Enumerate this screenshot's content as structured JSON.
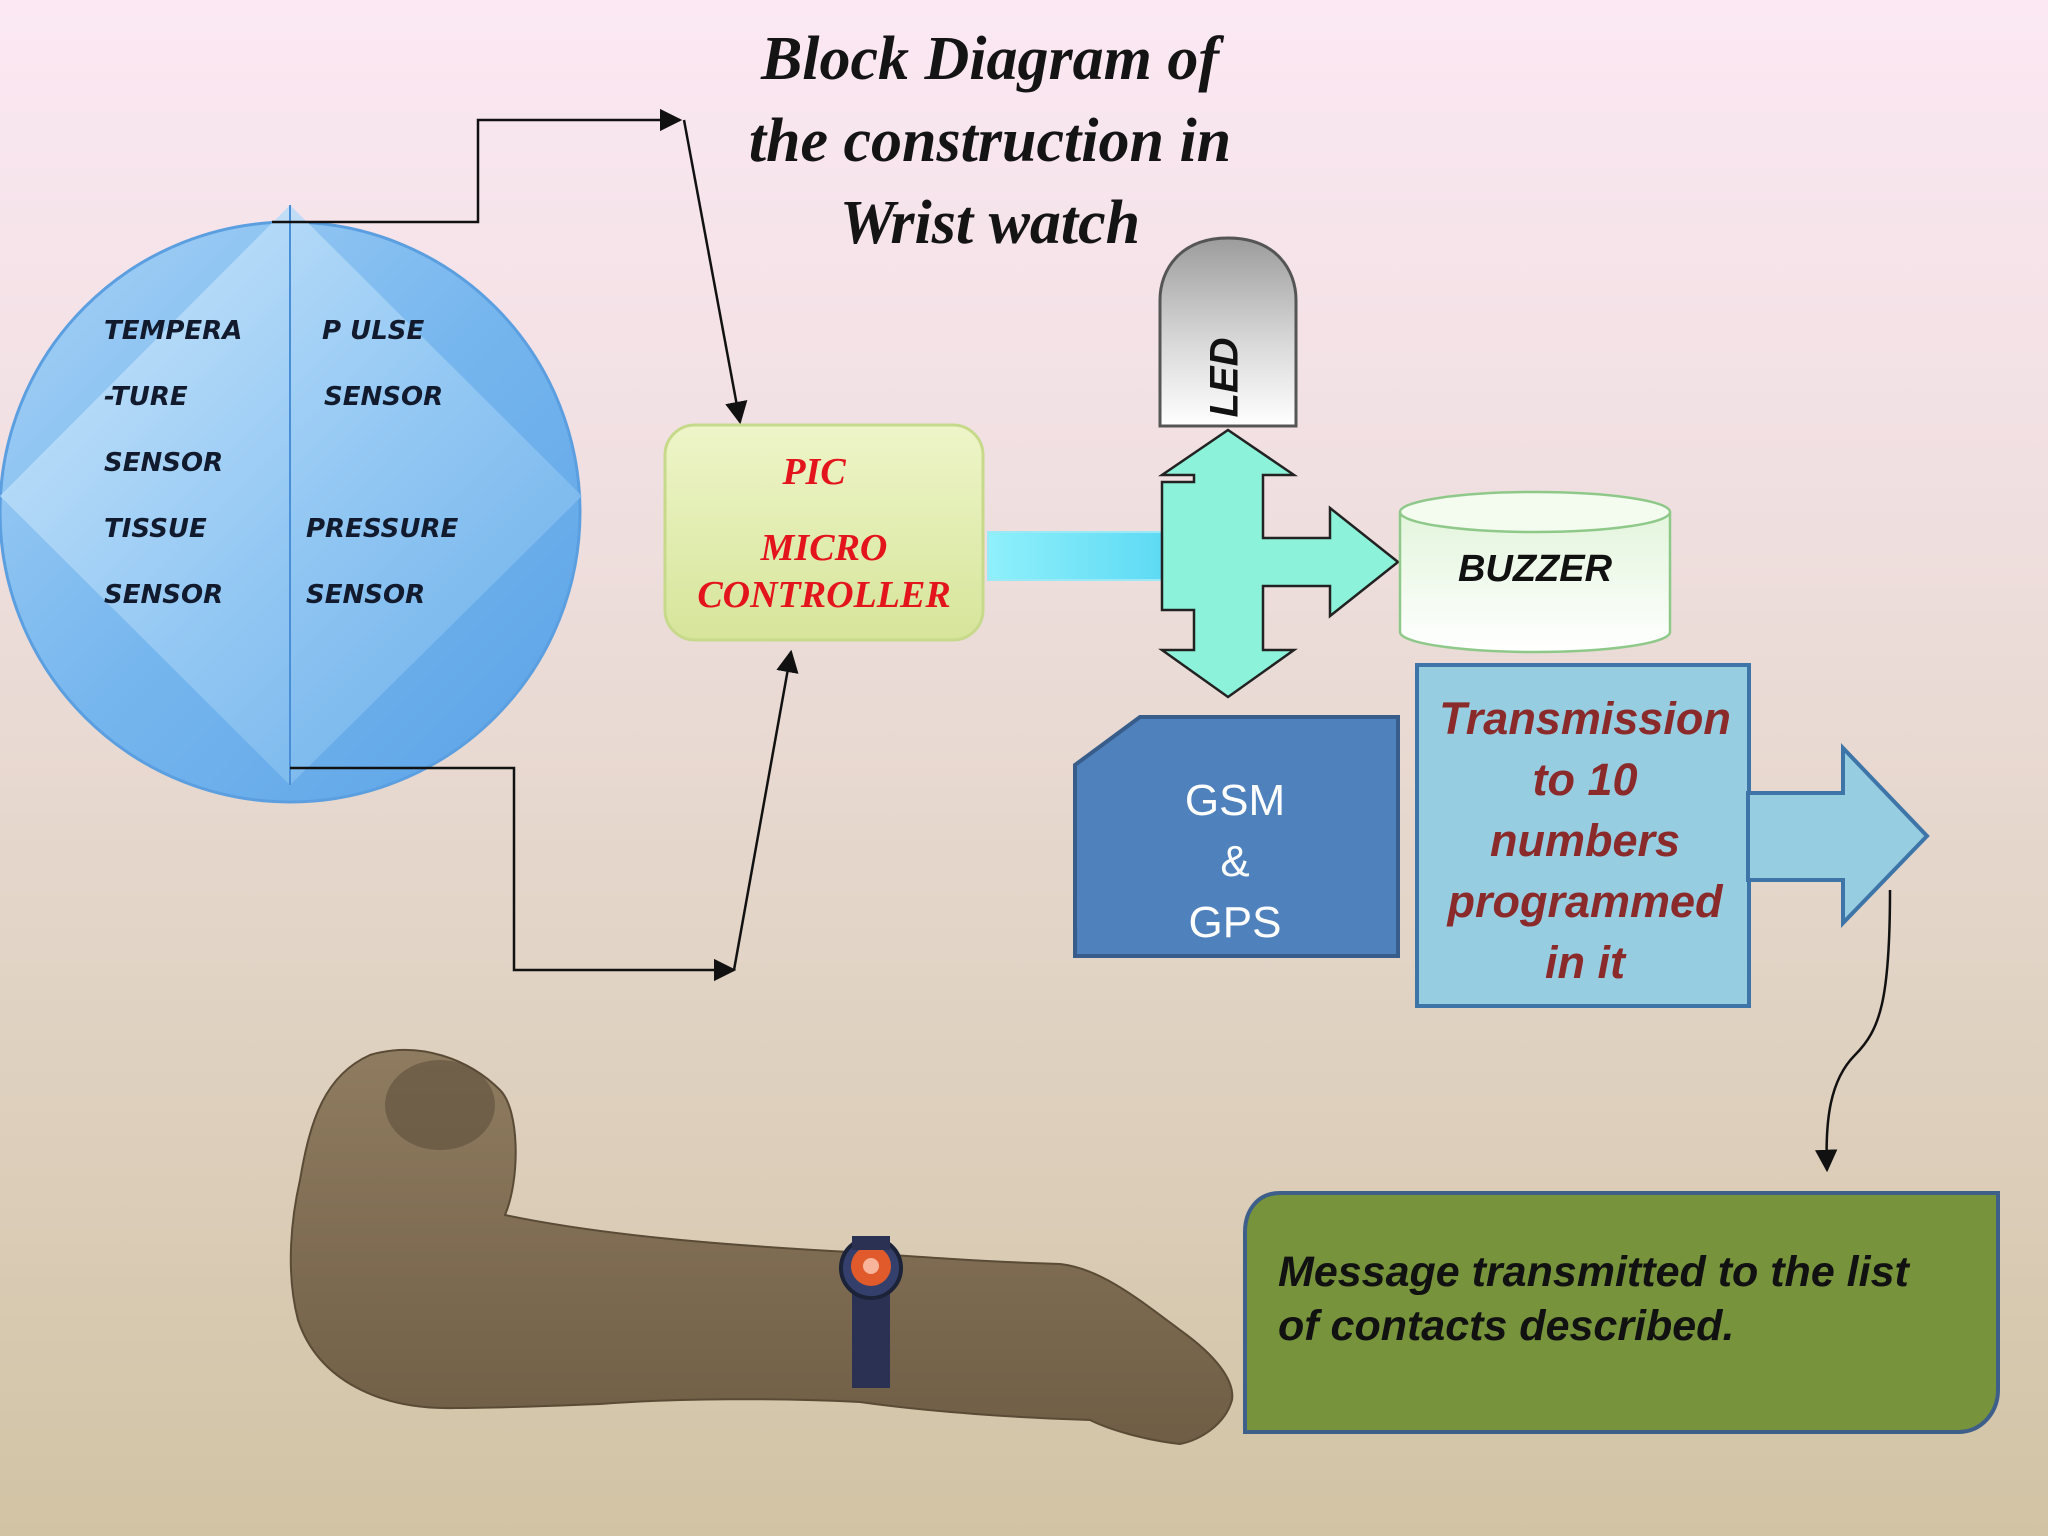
{
  "title": {
    "line1": "Block Diagram of",
    "line2": "the construction in",
    "line3": "Wrist watch"
  },
  "sensors": {
    "temperature_1": "TEMPERA",
    "temperature_2": "-TURE",
    "temperature_3": "SENSOR",
    "pulse_1": "P ULSE",
    "pulse_2": "SENSOR",
    "tissue_1": "TISSUE",
    "tissue_2": "SENSOR",
    "pressure_1": "PRESSURE",
    "pressure_2": "SENSOR"
  },
  "controller": {
    "line1": "PIC",
    "line2": "MICRO",
    "line3": "CONTROLLER"
  },
  "outputs": {
    "led": "LED",
    "buzzer": "BUZZER"
  },
  "gsm": {
    "line1": "GSM",
    "line2": "&",
    "line3": "GPS"
  },
  "transmission": {
    "line1": "Transmission",
    "line2": "to 10",
    "line3": "numbers",
    "line4": "programmed",
    "line5": "in it"
  },
  "message": {
    "line1": "Message transmitted to the list",
    "line2": "of contacts described."
  },
  "colors": {
    "sensor_circle": "#7fb9ee",
    "controller_box": "#e4efb4",
    "controller_text": "#e3141c",
    "bus_arrow": "#8cf3da",
    "gsm_box": "#4f81bd",
    "transmission_box": "#97cde0",
    "transmission_text": "#8b2a2a",
    "message_box": "#77933c"
  }
}
